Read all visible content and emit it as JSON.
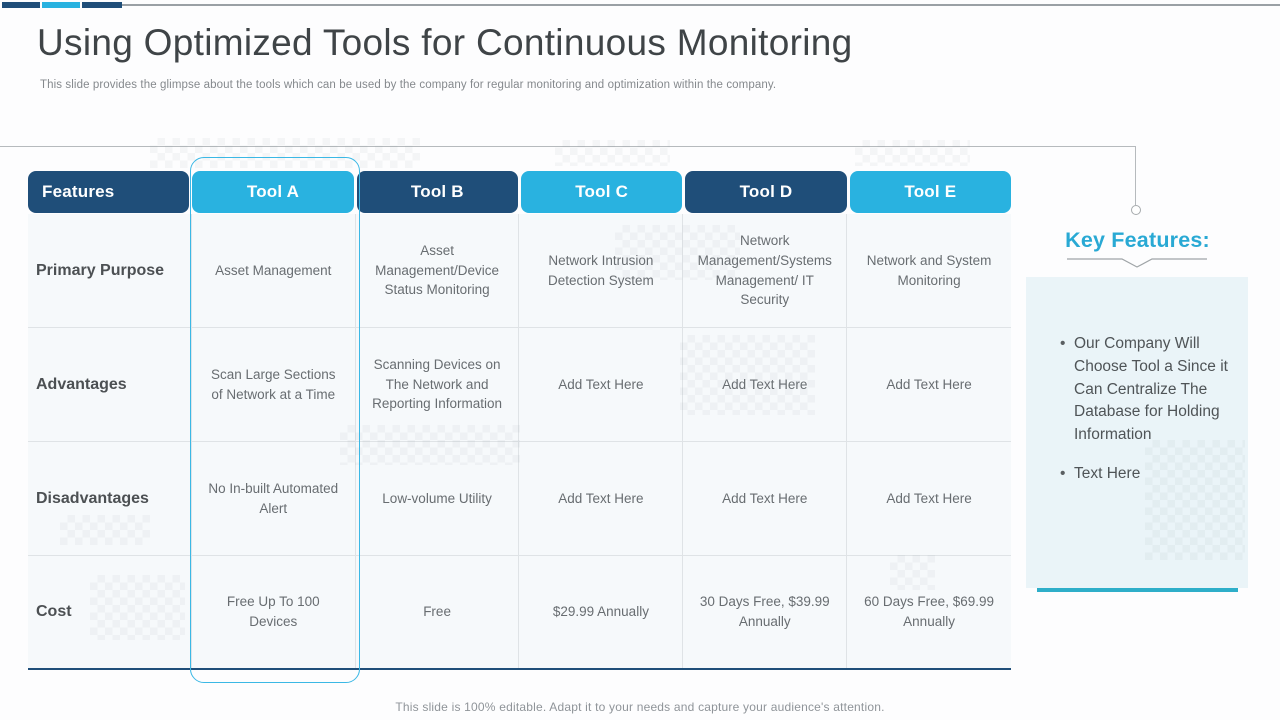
{
  "slide": {
    "title": "Using Optimized Tools for Continuous Monitoring",
    "subtitle": "This slide provides the glimpse about the tools which can be used by the company for regular monitoring and optimization within the company.",
    "footer": "This slide is 100% editable. Adapt it to your needs and capture your audience's attention."
  },
  "table": {
    "highlighted_column": "Tool A",
    "columns": [
      "Features",
      "Tool A",
      "Tool B",
      "Tool C",
      "Tool D",
      "Tool E"
    ],
    "rows": [
      {
        "feature": "Primary Purpose",
        "values": [
          "Asset Management",
          "Asset Management/Device Status Monitoring",
          "Network Intrusion Detection System",
          "Network Management/Systems Management/ IT Security",
          "Network and System Monitoring"
        ]
      },
      {
        "feature": "Advantages",
        "values": [
          "Scan Large Sections of Network at a Time",
          "Scanning Devices on The Network and Reporting Information",
          "Add Text Here",
          "Add Text Here",
          "Add Text Here"
        ]
      },
      {
        "feature": "Disadvantages",
        "values": [
          "No In-built Automated Alert",
          "Low-volume Utility",
          "Add Text Here",
          "Add Text Here",
          "Add Text Here"
        ]
      },
      {
        "feature": "Cost",
        "values": [
          "Free Up To 100 Devices",
          "Free",
          "$29.99 Annually",
          "30 Days Free, $39.99 Annually",
          "60 Days Free, $69.99 Annually"
        ]
      }
    ]
  },
  "key_features": {
    "heading": "Key Features:",
    "bullet_glyph": "•",
    "bullets": [
      "Our Company Will Choose Tool a Since it Can Centralize The Database for Holding Information",
      "Text Here"
    ]
  },
  "colors": {
    "navy": "#1F4E79",
    "cyan": "#29B2E0",
    "highlight_border": "#3BB8E5",
    "panel_bg": "#EAF4F8",
    "heading_cyan": "#29A9D4",
    "underline_teal": "#2EAEC9"
  }
}
